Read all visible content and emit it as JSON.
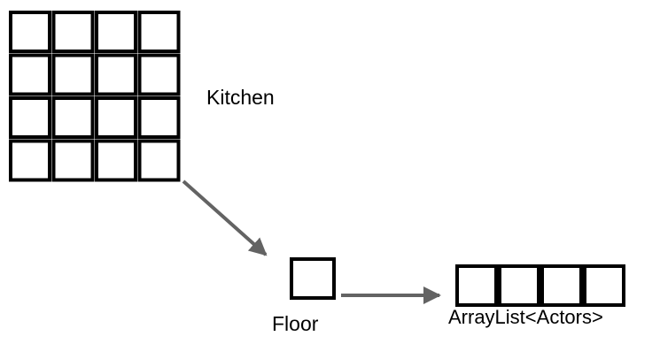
{
  "labels": {
    "kitchen": "Kitchen",
    "floor": "Floor",
    "arraylist": "ArrayList<Actors>"
  },
  "colors": {
    "grid_stroke": "#000000",
    "arrow": "#636363",
    "background": "#ffffff"
  },
  "structure": {
    "kitchen_grid": {
      "rows": 4,
      "cols": 4
    },
    "floor_cells": 1,
    "arraylist_cells": 4
  }
}
